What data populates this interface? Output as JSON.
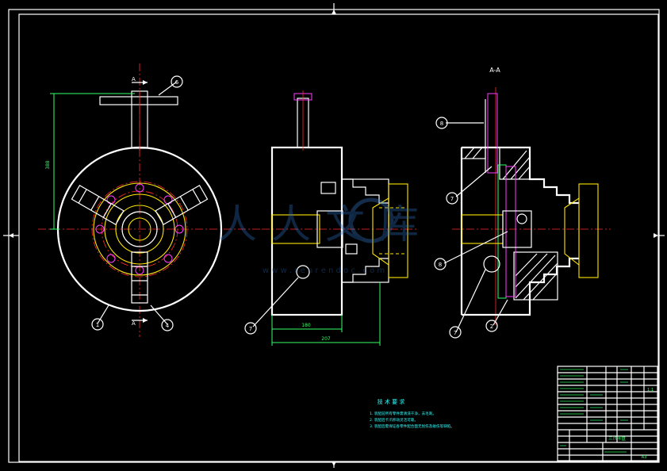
{
  "drawing": {
    "section_label": "A-A",
    "section_marker": "A",
    "dimensions": {
      "height": "388",
      "depth1": "180",
      "depth2": "207"
    },
    "balloons": {
      "front": [
        "6",
        "1",
        "4"
      ],
      "side": [
        "7"
      ],
      "section": [
        "8",
        "7",
        "8",
        "7",
        "2"
      ]
    }
  },
  "notes": {
    "title": "技 术 要 求",
    "items": [
      "1. 装配前所有零件需清洗干净，去毛刺。",
      "2. 装配后卡爪移动灵活可靠。",
      "3. 装配后需保证各零件配合面无划伤及碰伤等缺陷。"
    ]
  },
  "title_block": {
    "drawing_name": "三爪卡盘",
    "scale": "1:1",
    "sheet": "A3"
  },
  "watermark": {
    "text": "人人文库",
    "url": "w w w . r e n r e n d o c . c o m"
  },
  "colors": {
    "outline": "#ffffff",
    "centerline": "#ff2a2a",
    "yellow": "#ffe600",
    "green": "#33ff66",
    "magenta": "#ff3cff",
    "cyan": "#33ffff",
    "background": "#000000"
  }
}
